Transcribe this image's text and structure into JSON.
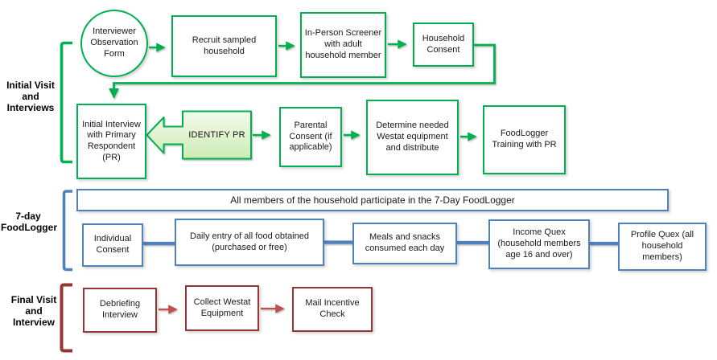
{
  "colors": {
    "green": "#00B050",
    "blue": "#4F81BD",
    "dark_red": "#943634",
    "red_arrow": "#C0504D",
    "callout_fill_top": "#F4FBEC",
    "callout_fill_bottom": "#CDEBB4",
    "text": "#1a1a1a"
  },
  "section_labels": {
    "initial": "Initial Visit\nand\nInterviews",
    "foodlogger": "7-day\nFoodLogger",
    "final": "Final Visit\nand\nInterview"
  },
  "initial_visit": {
    "interviewer_observation_form": "Interviewer Observation Form",
    "recruit_sampled_household": "Recruit sampled household",
    "in_person_screener": "In-Person Screener with adult household member",
    "household_consent": "Household Consent",
    "initial_interview": "Initial Interview with Primary Respondent (PR)",
    "identify_pr": "IDENTIFY PR",
    "parental_consent": "Parental Consent (if applicable)",
    "determine_equipment": "Determine needed Westat equipment and distribute",
    "foodlogger_training": "FoodLogger Training with PR"
  },
  "seven_day": {
    "banner": "All members of the household participate in the 7-Day FoodLogger",
    "individual_consent": "Individual Consent",
    "daily_entry": "Daily entry of all food obtained (purchased or free)",
    "meals_snacks": "Meals and snacks consumed each day",
    "income_quex": "Income Quex (household members age 16 and over)",
    "profile_quex": "Profile Quex (all household members)"
  },
  "final_visit": {
    "debriefing_interview": "Debriefing Interview",
    "collect_equipment": "Collect Westat Equipment",
    "mail_incentive": "Mail Incentive Check"
  }
}
